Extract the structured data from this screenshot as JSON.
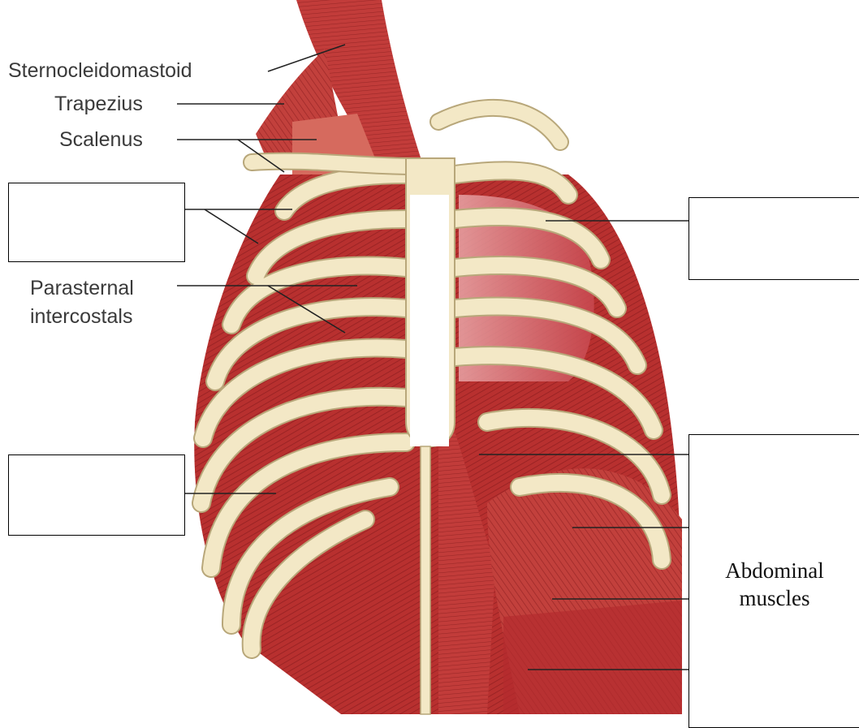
{
  "diagram": {
    "labels": {
      "sternocleidomastoid": "Sternocleidomastoid",
      "trapezius": "Trapezius",
      "scalenus": "Scalenus",
      "parasternal_line1": "Parasternal",
      "parasternal_line2": "intercostals",
      "abdominal_line1": "Abdominal",
      "abdominal_line2": "muscles"
    },
    "blank_boxes": [
      "upper-left",
      "upper-right",
      "lower-left"
    ],
    "colors": {
      "muscle": "#b52a2c",
      "muscle_light": "#d86a66",
      "bone": "#f3e8c6",
      "bone_outline": "#b8a77a",
      "sternum_highlight": "#ffffff",
      "leader_line": "#222222"
    }
  }
}
